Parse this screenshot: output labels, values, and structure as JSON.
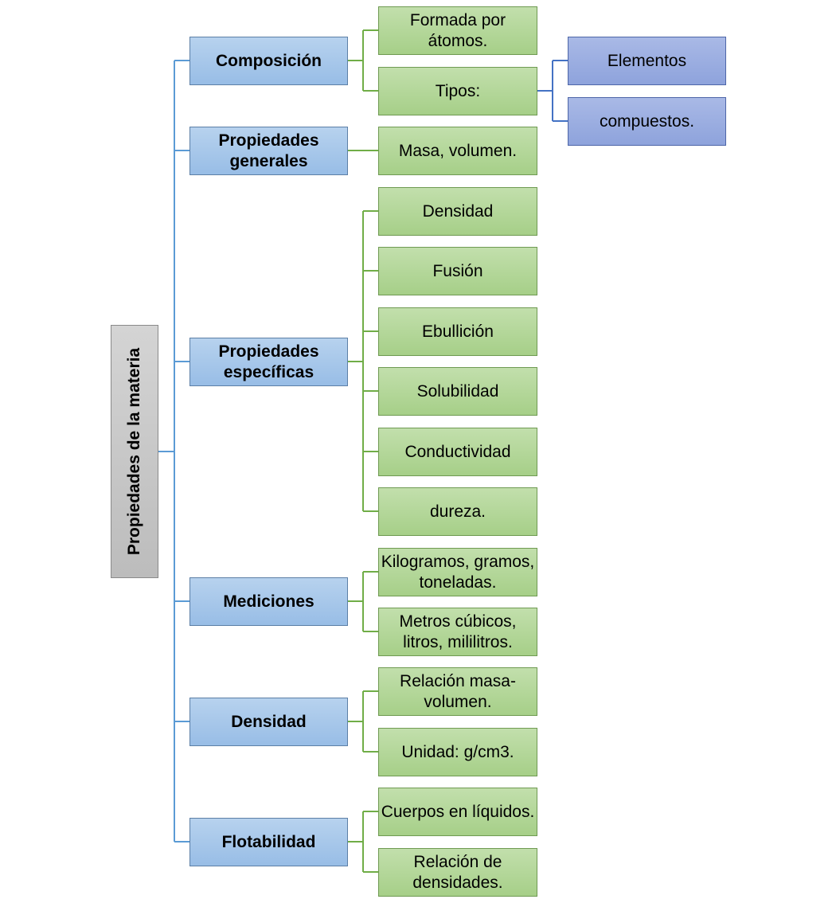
{
  "root": {
    "label": "Propiedades de la materia"
  },
  "nodes": [
    {
      "label": "Composición",
      "children": [
        "Formada por átomos.",
        "Tipos:"
      ],
      "subchildren": [
        "Elementos",
        "compuestos."
      ]
    },
    {
      "label": "Propiedades generales",
      "children": [
        "Masa, volumen."
      ]
    },
    {
      "label": "Propiedades específicas",
      "children": [
        "Densidad",
        "Fusión",
        "Ebullición",
        "Solubilidad",
        "Conductividad",
        "dureza."
      ]
    },
    {
      "label": "Mediciones",
      "children": [
        "Kilogramos, gramos, toneladas.",
        "Metros cúbicos, litros, mililitros."
      ]
    },
    {
      "label": "Densidad",
      "children": [
        "Relación masa-volumen.",
        "Unidad: g/cm3."
      ]
    },
    {
      "label": "Flotabilidad",
      "children": [
        "Cuerpos en líquidos.",
        "Relación de densidades."
      ]
    }
  ],
  "colors": {
    "blue_line": "#5b9bd5",
    "green_line": "#70ad47",
    "navy_line": "#4472c4"
  }
}
